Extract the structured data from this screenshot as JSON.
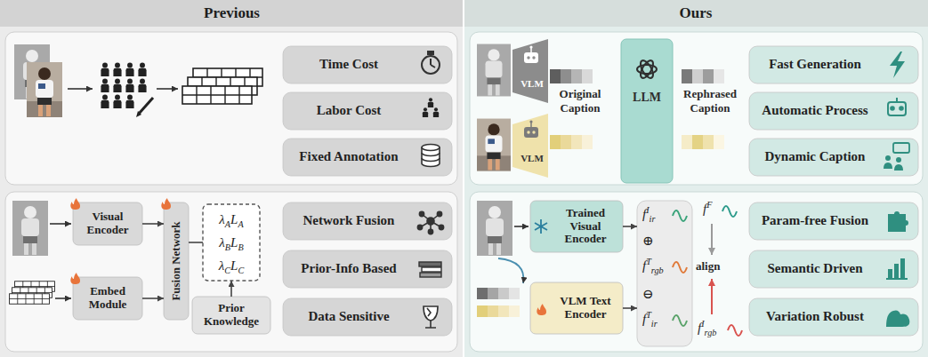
{
  "diagram": {
    "nodes": [
      {
        "text": [
          "Previous"
        ]
      },
      {
        "text": [
          "Ours"
        ]
      },
      {
        "text": [
          "Time Cost"
        ],
        "in": 0
      },
      {
        "text": [
          "Labor Cost"
        ],
        "in": 0
      },
      {
        "text": [
          "Fixed Annotation"
        ],
        "in": 0
      },
      {
        "text": [
          "VLM"
        ],
        "in": 1
      },
      {
        "text": [
          "VLM"
        ],
        "in": 1
      },
      {
        "text": [
          "LLM"
        ],
        "in": 1
      },
      {
        "text": [
          "Fast Generation"
        ],
        "in": 1
      },
      {
        "text": [
          "Automatic Process"
        ],
        "in": 1
      },
      {
        "text": [
          "Dynamic Caption"
        ],
        "in": 1
      },
      {
        "text": [
          "Visual Encoder"
        ],
        "in": 0
      },
      {
        "text": [
          "Embed Module"
        ],
        "in": 0
      },
      {
        "text": [
          "Fusion Network"
        ],
        "in": 0
      },
      {
        "text": [
          "λALA",
          "λBLB",
          "λCLC"
        ],
        "in": 0
      },
      {
        "text": [
          "Prior Knowledge"
        ],
        "in": 0
      },
      {
        "text": [
          "Network Fusion"
        ],
        "in": 0
      },
      {
        "text": [
          "Prior-Info Based"
        ],
        "in": 0
      },
      {
        "text": [
          "Data Sensitive"
        ],
        "in": 0
      },
      {
        "text": [
          "Trained Visual Encoder"
        ],
        "in": 1
      },
      {
        "text": [
          "VLM Text Encoder"
        ],
        "in": 1
      },
      {
        "text": [
          "fIir",
          "⊕",
          "fTrgb",
          "⊖",
          "fTir"
        ],
        "in": 1
      },
      {
        "text": [
          "Param-free Fusion"
        ],
        "in": 1
      },
      {
        "text": [
          "Semantic Driven"
        ],
        "in": 1
      },
      {
        "text": [
          "Variation Robust"
        ],
        "in": 1
      }
    ],
    "edges": [
      {
        "from": 11,
        "to": 13,
        "arrow": "to"
      },
      {
        "from": 12,
        "to": 13,
        "arrow": "to"
      },
      {
        "from": 13,
        "to": 14,
        "arrow": "none"
      },
      {
        "from": 15,
        "to": 14,
        "arrow": "to"
      },
      {
        "from": 19,
        "to": 21,
        "arrow": "to"
      },
      {
        "from": 20,
        "to": 21,
        "arrow": "to"
      }
    ],
    "labels": [
      "Original Caption",
      "Rephrased Caption",
      "fF",
      "align",
      "fIrgb"
    ]
  }
}
